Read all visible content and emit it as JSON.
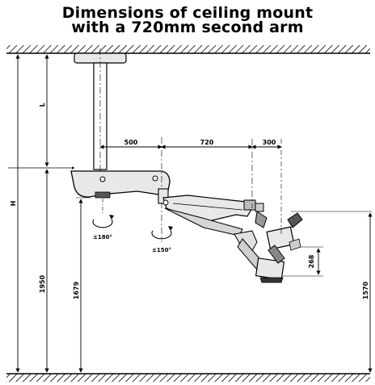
{
  "title": {
    "line1": "Dimensions of ceiling mount",
    "line2": "with a 720mm second arm"
  },
  "dimensions": {
    "h": "H",
    "l": "L",
    "d500": "500",
    "d720": "720",
    "d300": "300",
    "d268": "268",
    "d1950": "1950",
    "d1679": "1679",
    "d1570": "1570"
  },
  "rotations": {
    "first_arm": "±180°",
    "second_arm": "±150°"
  },
  "colors": {
    "line": "#000000",
    "arm_fill": "#e8e8e8",
    "hatch": "#000000"
  }
}
